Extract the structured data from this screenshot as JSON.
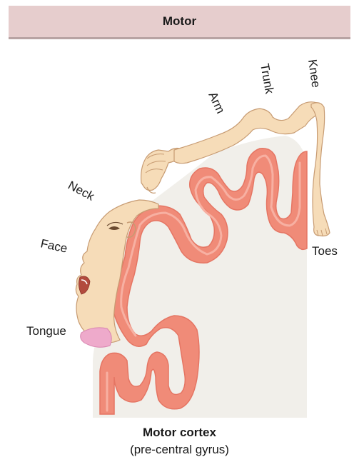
{
  "header": {
    "title": "Motor"
  },
  "labels": {
    "neck": "Neck",
    "arm": "Arm",
    "trunk": "Trunk",
    "knee": "Knee",
    "face": "Face",
    "toes": "Toes",
    "tongue": "Tongue"
  },
  "caption": {
    "title": "Motor cortex",
    "subtitle": "(pre-central gyrus)"
  },
  "colors": {
    "header_bg": "#e6cdcd",
    "cortex": "#f08b78",
    "brain_tissue": "#f1efea",
    "skin": "#f6dcb8",
    "tongue": "#eeaacb"
  }
}
